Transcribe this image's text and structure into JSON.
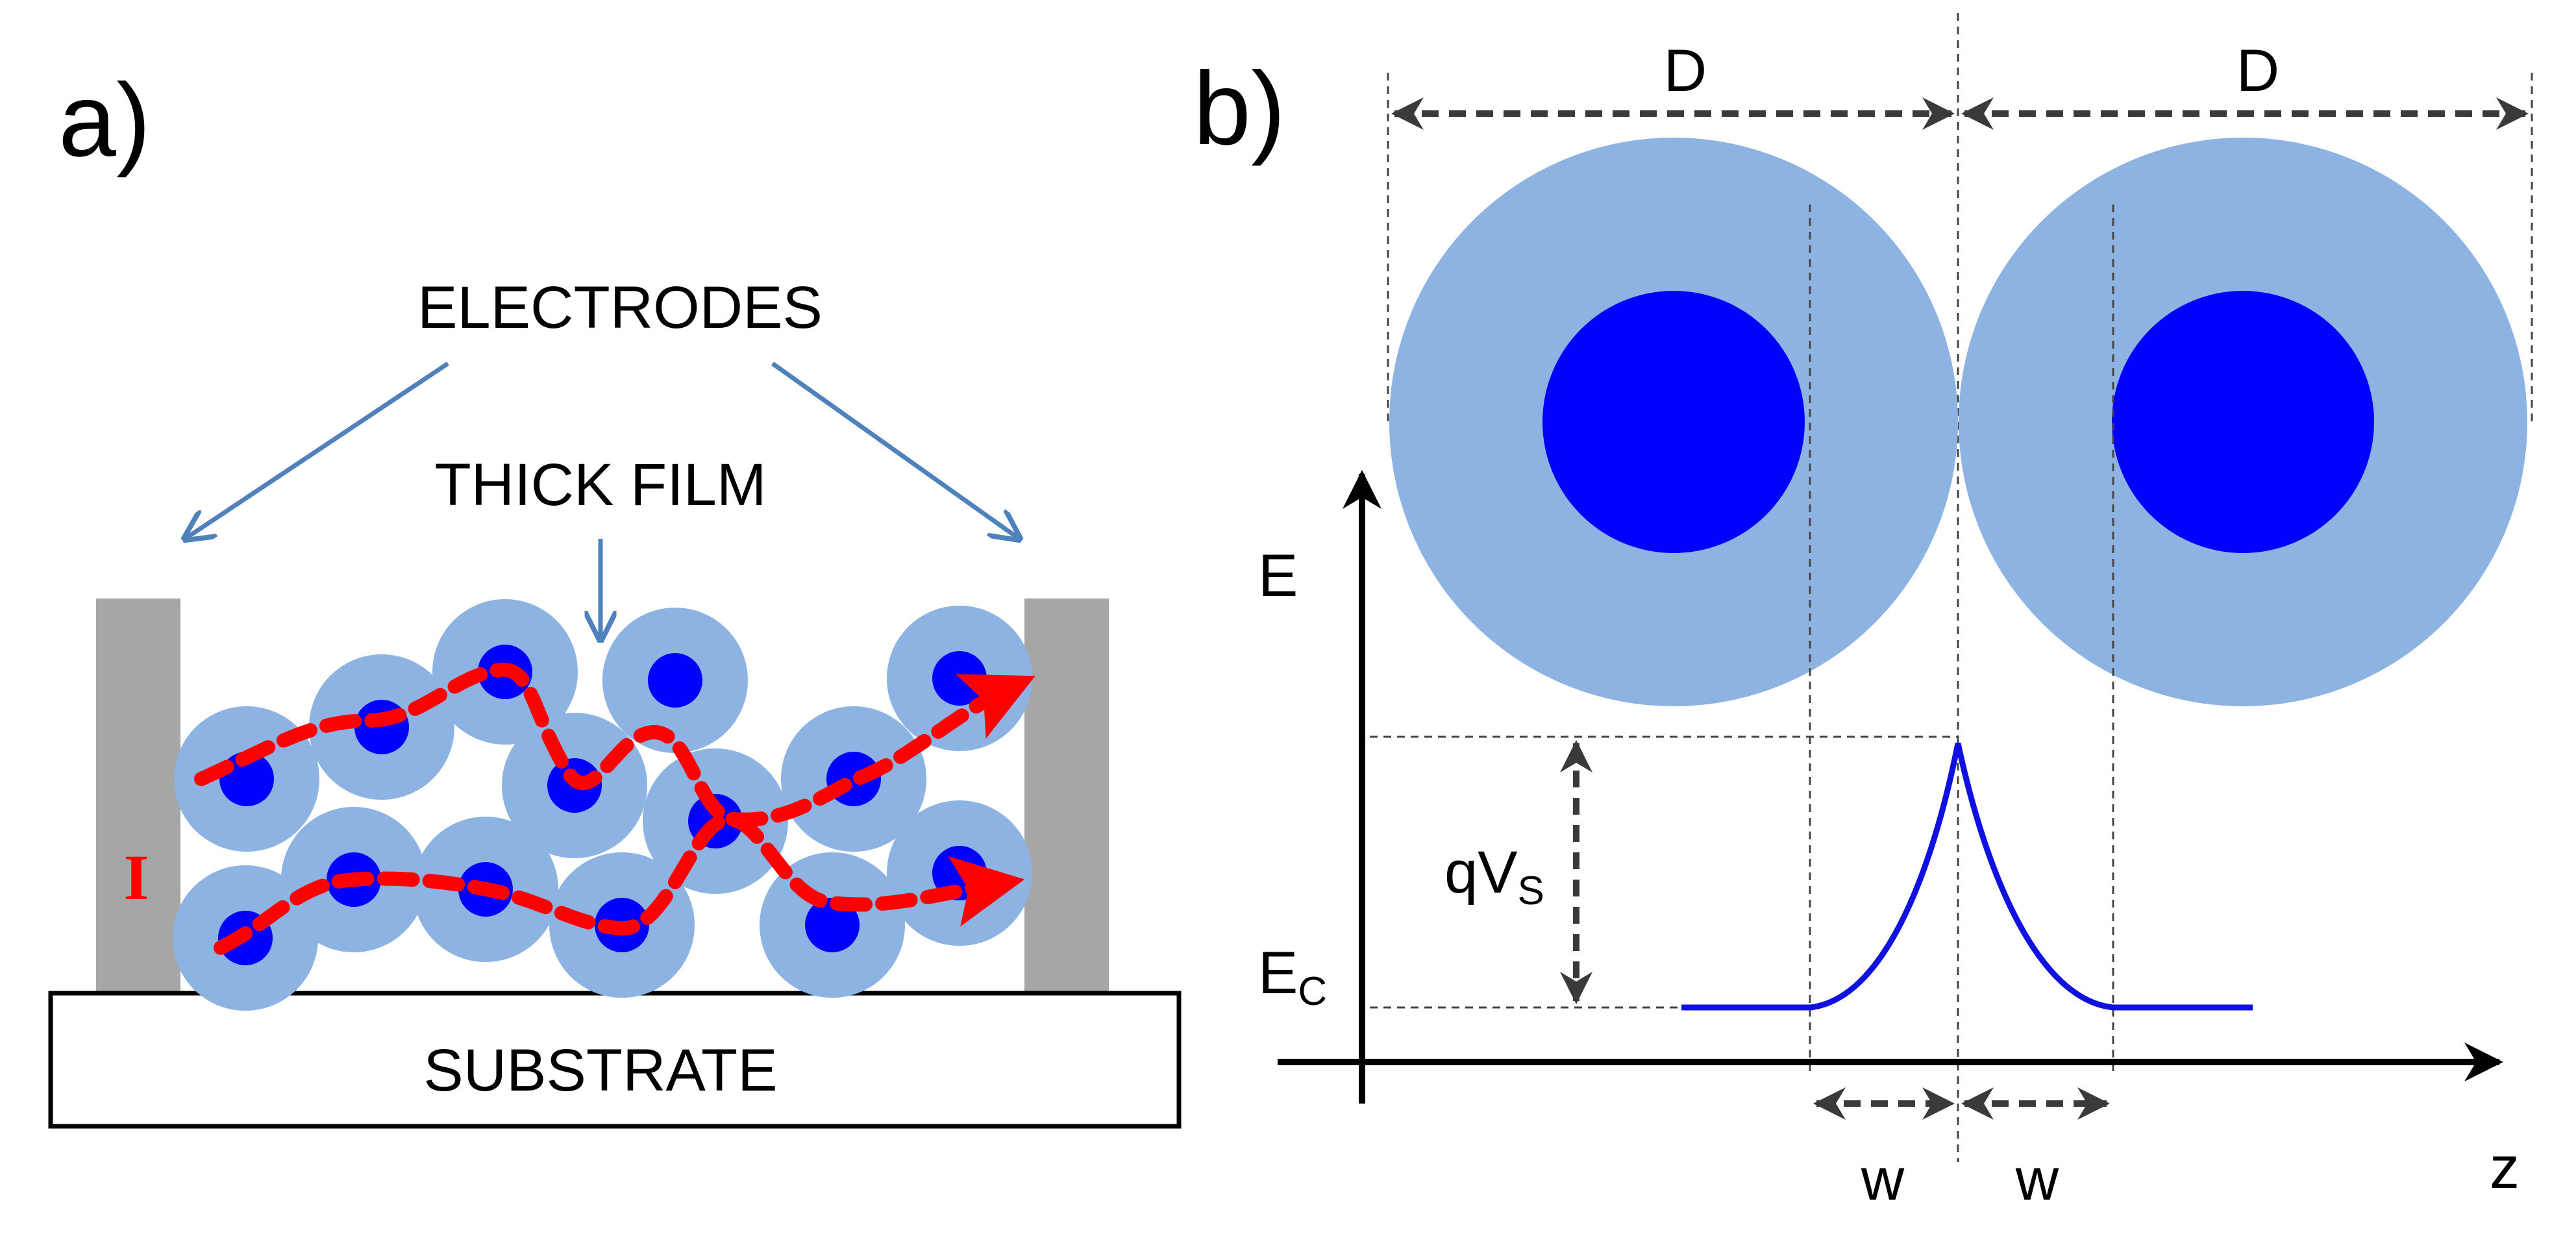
{
  "panel_a": {
    "label": "a)",
    "electrodes_label": "ELECTRODES",
    "film_label": "THICK FILM",
    "substrate_label": "SUBSTRATE",
    "current_label": "I"
  },
  "panel_b": {
    "label": "b)",
    "diameter_label": "D",
    "energy_axis_label": "E",
    "conduction_label_main": "E",
    "conduction_label_sub": "C",
    "barrier_label_main": "qV",
    "barrier_label_sub": "S",
    "width_label": "w",
    "position_axis_label": "z"
  },
  "colors": {
    "grain_shell": "#8db3e2",
    "grain_core": "#0000ff",
    "electrode": "#a6a6a6",
    "current_path": "#ff0000",
    "arrow_pointer": "#4f81bd",
    "band_curve": "#1010e0"
  }
}
